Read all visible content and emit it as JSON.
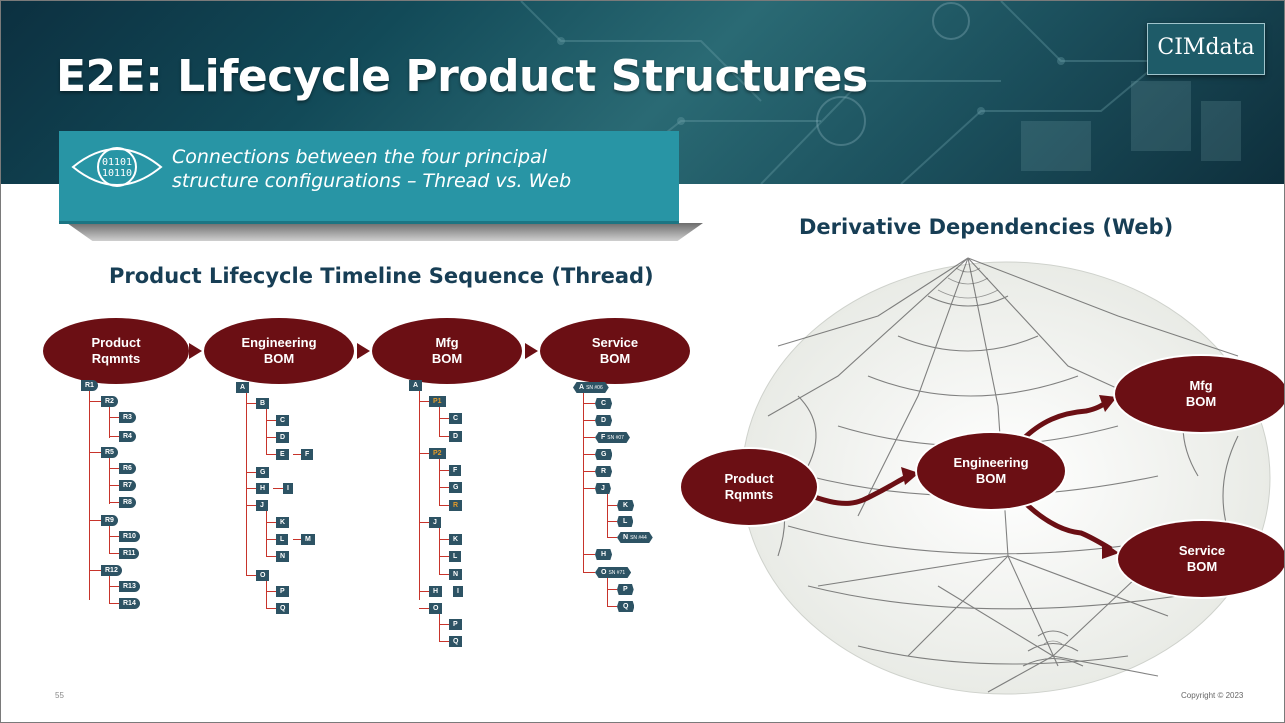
{
  "slide": {
    "title": "E2E: Lifecycle Product Structures",
    "logo": "CIMdata",
    "callout_line1": "Connections between the four principal",
    "callout_line2": "structure configurations – Thread vs. Web",
    "callout_icon": "binary-eye-icon",
    "slide_number": "55",
    "copyright": "Copyright © 2023"
  },
  "thread": {
    "heading": "Product Lifecycle Timeline Sequence (Thread)",
    "stages": [
      {
        "line1": "Product",
        "line2": "Rqmnts"
      },
      {
        "line1": "Engineering",
        "line2": "BOM"
      },
      {
        "line1": "Mfg",
        "line2": "BOM"
      },
      {
        "line1": "Service",
        "line2": "BOM"
      }
    ],
    "trees": {
      "requirements": [
        "R1",
        "R2",
        "R3",
        "R4",
        "R5",
        "R6",
        "R7",
        "R8",
        "R9",
        "R10",
        "R11",
        "R12",
        "R13",
        "R14"
      ],
      "ebom": [
        "A",
        "B",
        "C",
        "D",
        "E",
        "F",
        "G",
        "H",
        "I",
        "J",
        "K",
        "L",
        "M",
        "N",
        "O",
        "P",
        "Q"
      ],
      "mbom": [
        "A",
        "P1",
        "C",
        "D",
        "P2",
        "F",
        "G",
        "R",
        "J",
        "K",
        "L",
        "N",
        "H",
        "I",
        "O",
        "P",
        "Q"
      ],
      "sbom": [
        "A",
        "C",
        "D",
        "F",
        "G",
        "R",
        "J",
        "K",
        "L",
        "N",
        "H",
        "O",
        "P",
        "Q"
      ],
      "sbom_serials": [
        "SN #06",
        "SN #07",
        "SN #44",
        "SN #71"
      ]
    }
  },
  "web": {
    "heading": "Derivative Dependencies (Web)",
    "nodes": [
      {
        "line1": "Product",
        "line2": "Rqmnts"
      },
      {
        "line1": "Engineering",
        "line2": "BOM"
      },
      {
        "line1": "Mfg",
        "line2": "BOM"
      },
      {
        "line1": "Service",
        "line2": "BOM"
      }
    ]
  },
  "colors": {
    "header": "#124a58",
    "callout": "#2895a5",
    "oval": "#6b0f14",
    "heading": "#173e55",
    "tree_node": "#2d5364",
    "tree_line": "#c7342b"
  }
}
